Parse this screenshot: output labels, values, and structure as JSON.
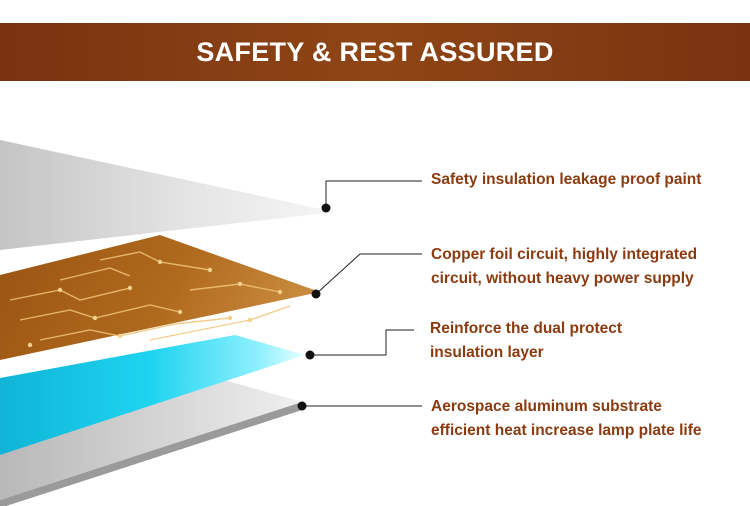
{
  "header": {
    "title": "SAFETY & REST ASSURED"
  },
  "layers": [
    {
      "name": "paint-layer",
      "lines": [
        "Safety insulation leakage proof paint"
      ]
    },
    {
      "name": "copper-layer",
      "lines": [
        "Copper foil circuit, highly integrated",
        "circuit, without heavy power supply"
      ]
    },
    {
      "name": "insulation-layer",
      "lines": [
        "Reinforce the dual protect",
        "insulation layer"
      ]
    },
    {
      "name": "aluminum-layer",
      "lines": [
        "Aerospace aluminum substrate",
        "efficient heat increase lamp plate life"
      ]
    }
  ],
  "colors": {
    "banner": "#8e4616",
    "label_text": "#8b3b10",
    "copper": "#b06a1e",
    "insulation": "#1fd4f0",
    "aluminum": "#d6d6d6"
  }
}
